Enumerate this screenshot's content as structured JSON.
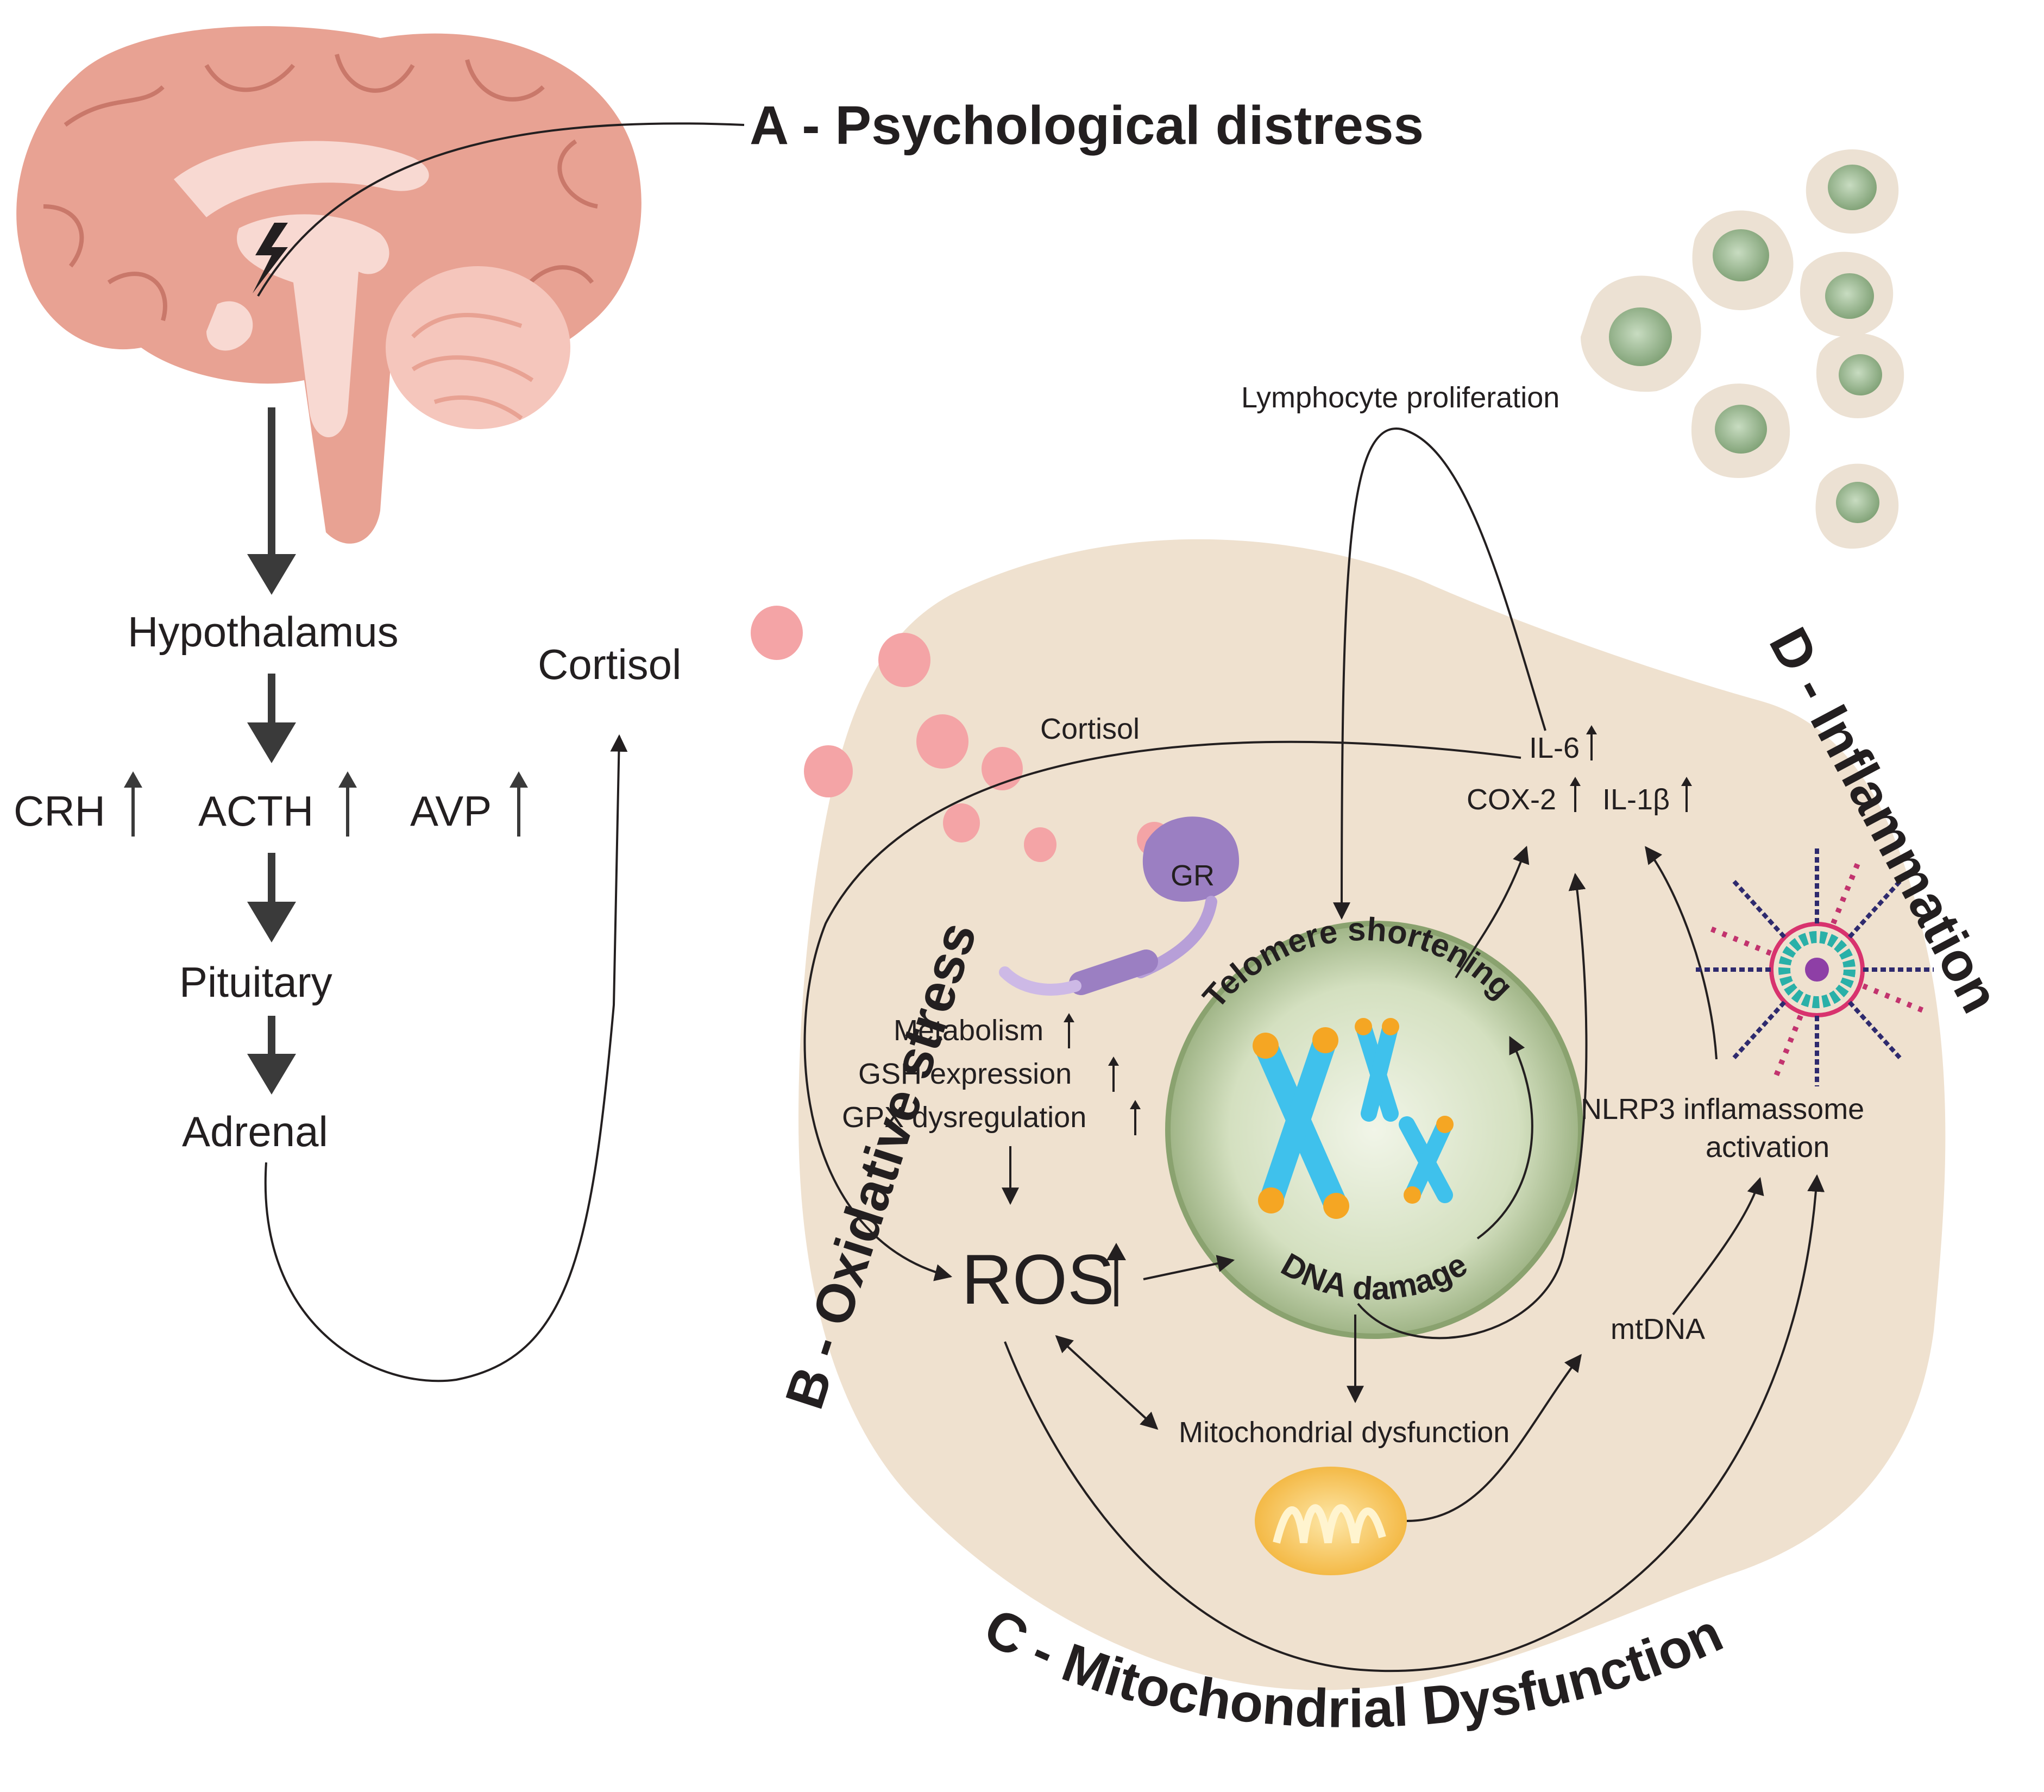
{
  "labels": {
    "psychological_distress": "A - Psychological distress",
    "oxidative_stress": "B - Oxidative stress",
    "mitochondrial_dysfunction_title": "C - Mitochondrial Dysfunction",
    "inflammation": "D - Inflammation",
    "hypothalamus": "Hypothalamus",
    "crh": "CRH",
    "acth": "ACTH",
    "avp": "AVP",
    "pituitary": "Pituitary",
    "adrenal": "Adrenal",
    "cortisol_outer": "Cortisol",
    "cortisol_inner": "Cortisol",
    "gr": "GR",
    "metabolism": "Metabolism",
    "gsh": "GSH expression",
    "gpx": "GPX dysregulation",
    "ros": "ROS",
    "telomere": "Telomere shortening",
    "dna_damage": "DNA damage",
    "mito_dysfunction": "Mitochondrial dysfunction",
    "mtdna": "mtDNA",
    "nlrp3_line1": "NLRP3 inflamassome",
    "nlrp3_line2": "activation",
    "il6": "IL-6",
    "cox2": "COX-2",
    "il1b": "IL-1β",
    "lymphocyte": "Lymphocyte proliferation"
  },
  "colors": {
    "brain": "#e8a293",
    "brain_light": "#f8d9d2",
    "cell": "#efe1cf",
    "nucleus": "#c9d6b3",
    "chromosome": "#3fc1ec",
    "telomere_cap": "#f5a623",
    "mitochondrion": "#f7c553",
    "cortisol_dot": "#f4a4a6",
    "gr_receptor": "#9b7fc2",
    "lymphocyte_nucleus": "#8cab84",
    "lymphocyte_cell": "#ece1d3"
  },
  "icons": [
    "brain-icon",
    "lightning-icon",
    "cell-icon",
    "nucleus-icon",
    "chromosome-icon",
    "mitochondrion-icon",
    "gr-receptor-icon",
    "inflammasome-icon",
    "lymphocyte-icon"
  ]
}
